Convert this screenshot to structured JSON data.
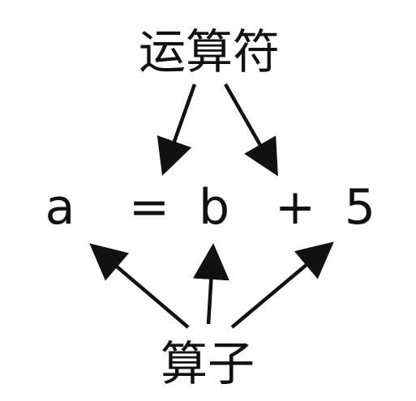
{
  "diagram": {
    "top_label": "运算符",
    "bottom_label": "算子",
    "expression": [
      "a",
      "=",
      "b",
      "+",
      "5"
    ],
    "colors": {
      "ink": "#111111",
      "background": "#ffffff"
    }
  }
}
